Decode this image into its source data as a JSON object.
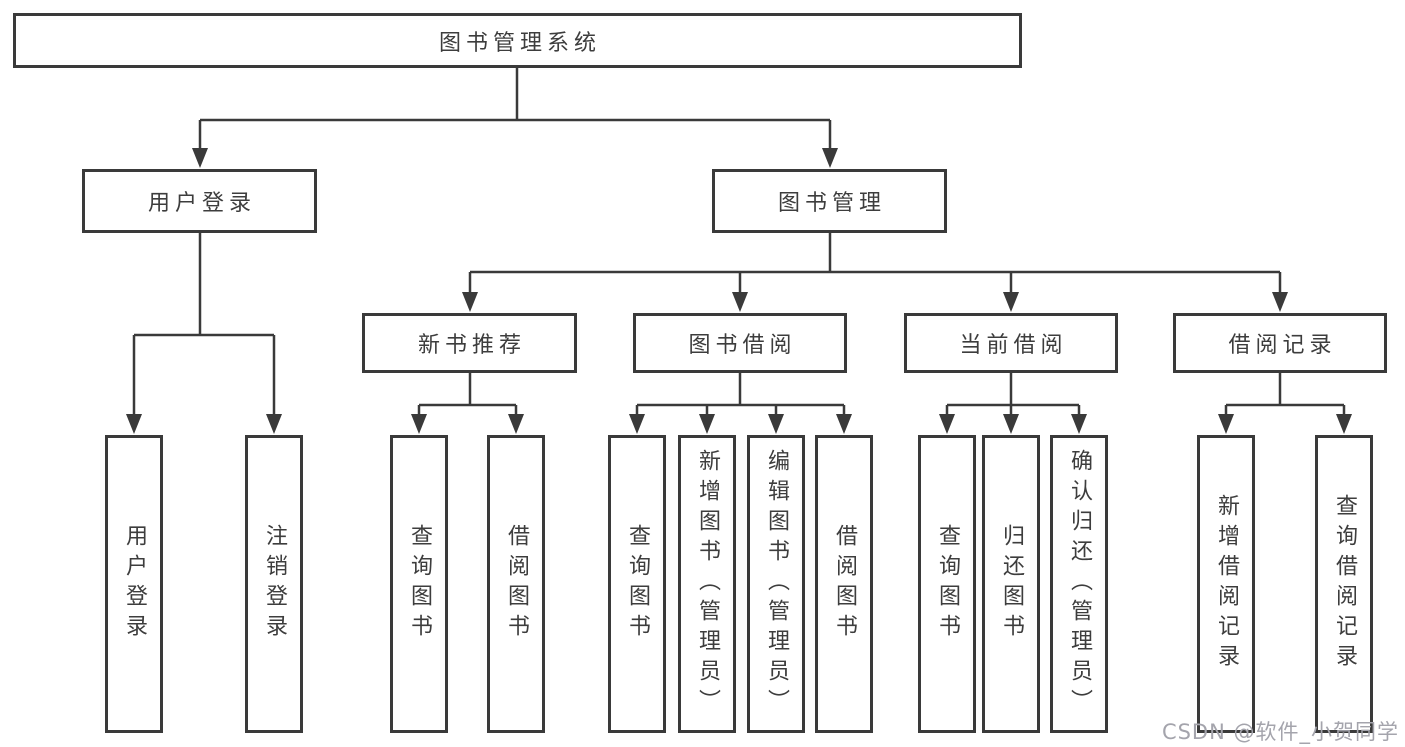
{
  "colors": {
    "line": "#3a3a3a",
    "box_border": "#3a3a3a",
    "text": "#3d3d3d",
    "watermark": "#a4a4ac",
    "background": "#ffffff"
  },
  "watermark": {
    "text": "CSDN @软件_小贺同学"
  },
  "tree": {
    "root": {
      "label": "图书管理系统"
    },
    "branches": [
      {
        "label": "用户登录",
        "children": [
          {
            "label": "用户登录"
          },
          {
            "label": "注销登录"
          }
        ]
      },
      {
        "label": "图书管理",
        "children": [
          {
            "label": "新书推荐",
            "children": [
              {
                "label": "查询图书"
              },
              {
                "label": "借阅图书"
              }
            ]
          },
          {
            "label": "图书借阅",
            "children": [
              {
                "label": "查询图书"
              },
              {
                "label": "新增图书（管理员）"
              },
              {
                "label": "编辑图书（管理员）"
              },
              {
                "label": "借阅图书"
              }
            ]
          },
          {
            "label": "当前借阅",
            "children": [
              {
                "label": "查询图书"
              },
              {
                "label": "归还图书"
              },
              {
                "label": "确认归还（管理员）"
              }
            ]
          },
          {
            "label": "借阅记录",
            "children": [
              {
                "label": "新增借阅记录"
              },
              {
                "label": "查询借阅记录"
              }
            ]
          }
        ]
      }
    ]
  }
}
